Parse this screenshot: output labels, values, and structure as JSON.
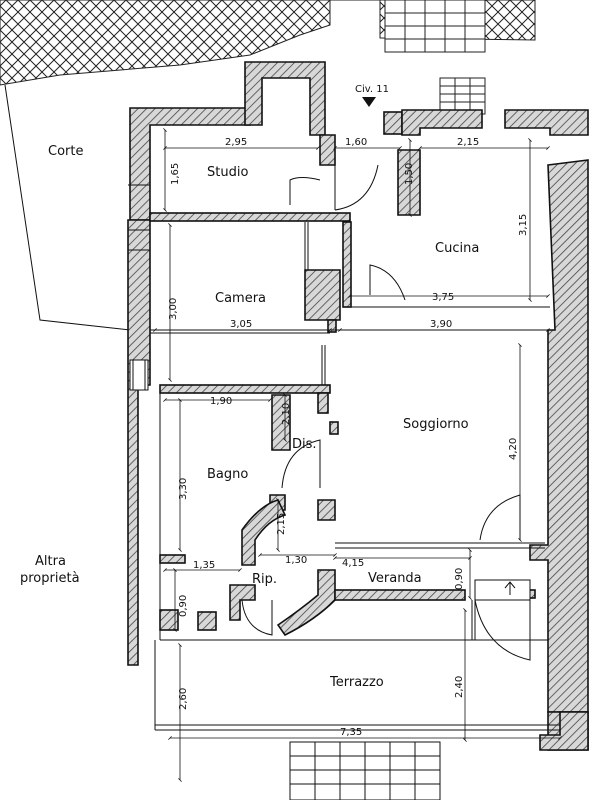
{
  "rooms": {
    "corte": "Corte",
    "studio": "Studio",
    "cucina": "Cucina",
    "camera": "Camera",
    "soggiorno": "Soggiorno",
    "dis": "Dis.",
    "bagno": "Bagno",
    "rip": "Rip.",
    "veranda": "Veranda",
    "terrazzo": "Terrazzo",
    "altra_1": "Altra",
    "altra_2": "proprietà"
  },
  "entrance_label": "Civ. 11",
  "dimensions": {
    "studio_w": "2,95",
    "entry_w": "1,60",
    "kitchen_top_w": "2,15",
    "studio_h": "1,65",
    "kitchen_step_h": "1,50",
    "kitchen_h": "3,15",
    "kitchen_w": "3,75",
    "camera_h": "3,00",
    "camera_w": "3,05",
    "living_w": "3,90",
    "bath_w": "1,90",
    "dis_h": "2,10",
    "living_h": "4,20",
    "bath_h": "3,30",
    "rip_h": "2,15",
    "rip_w": "1,30",
    "veranda_w": "4,15",
    "bath_low_w": "1,35",
    "veranda_h": "0,90",
    "bath_low_h": "0,90",
    "terrace_h1": "2,60",
    "terrace_h2": "2,40",
    "terrace_w": "7,35"
  }
}
